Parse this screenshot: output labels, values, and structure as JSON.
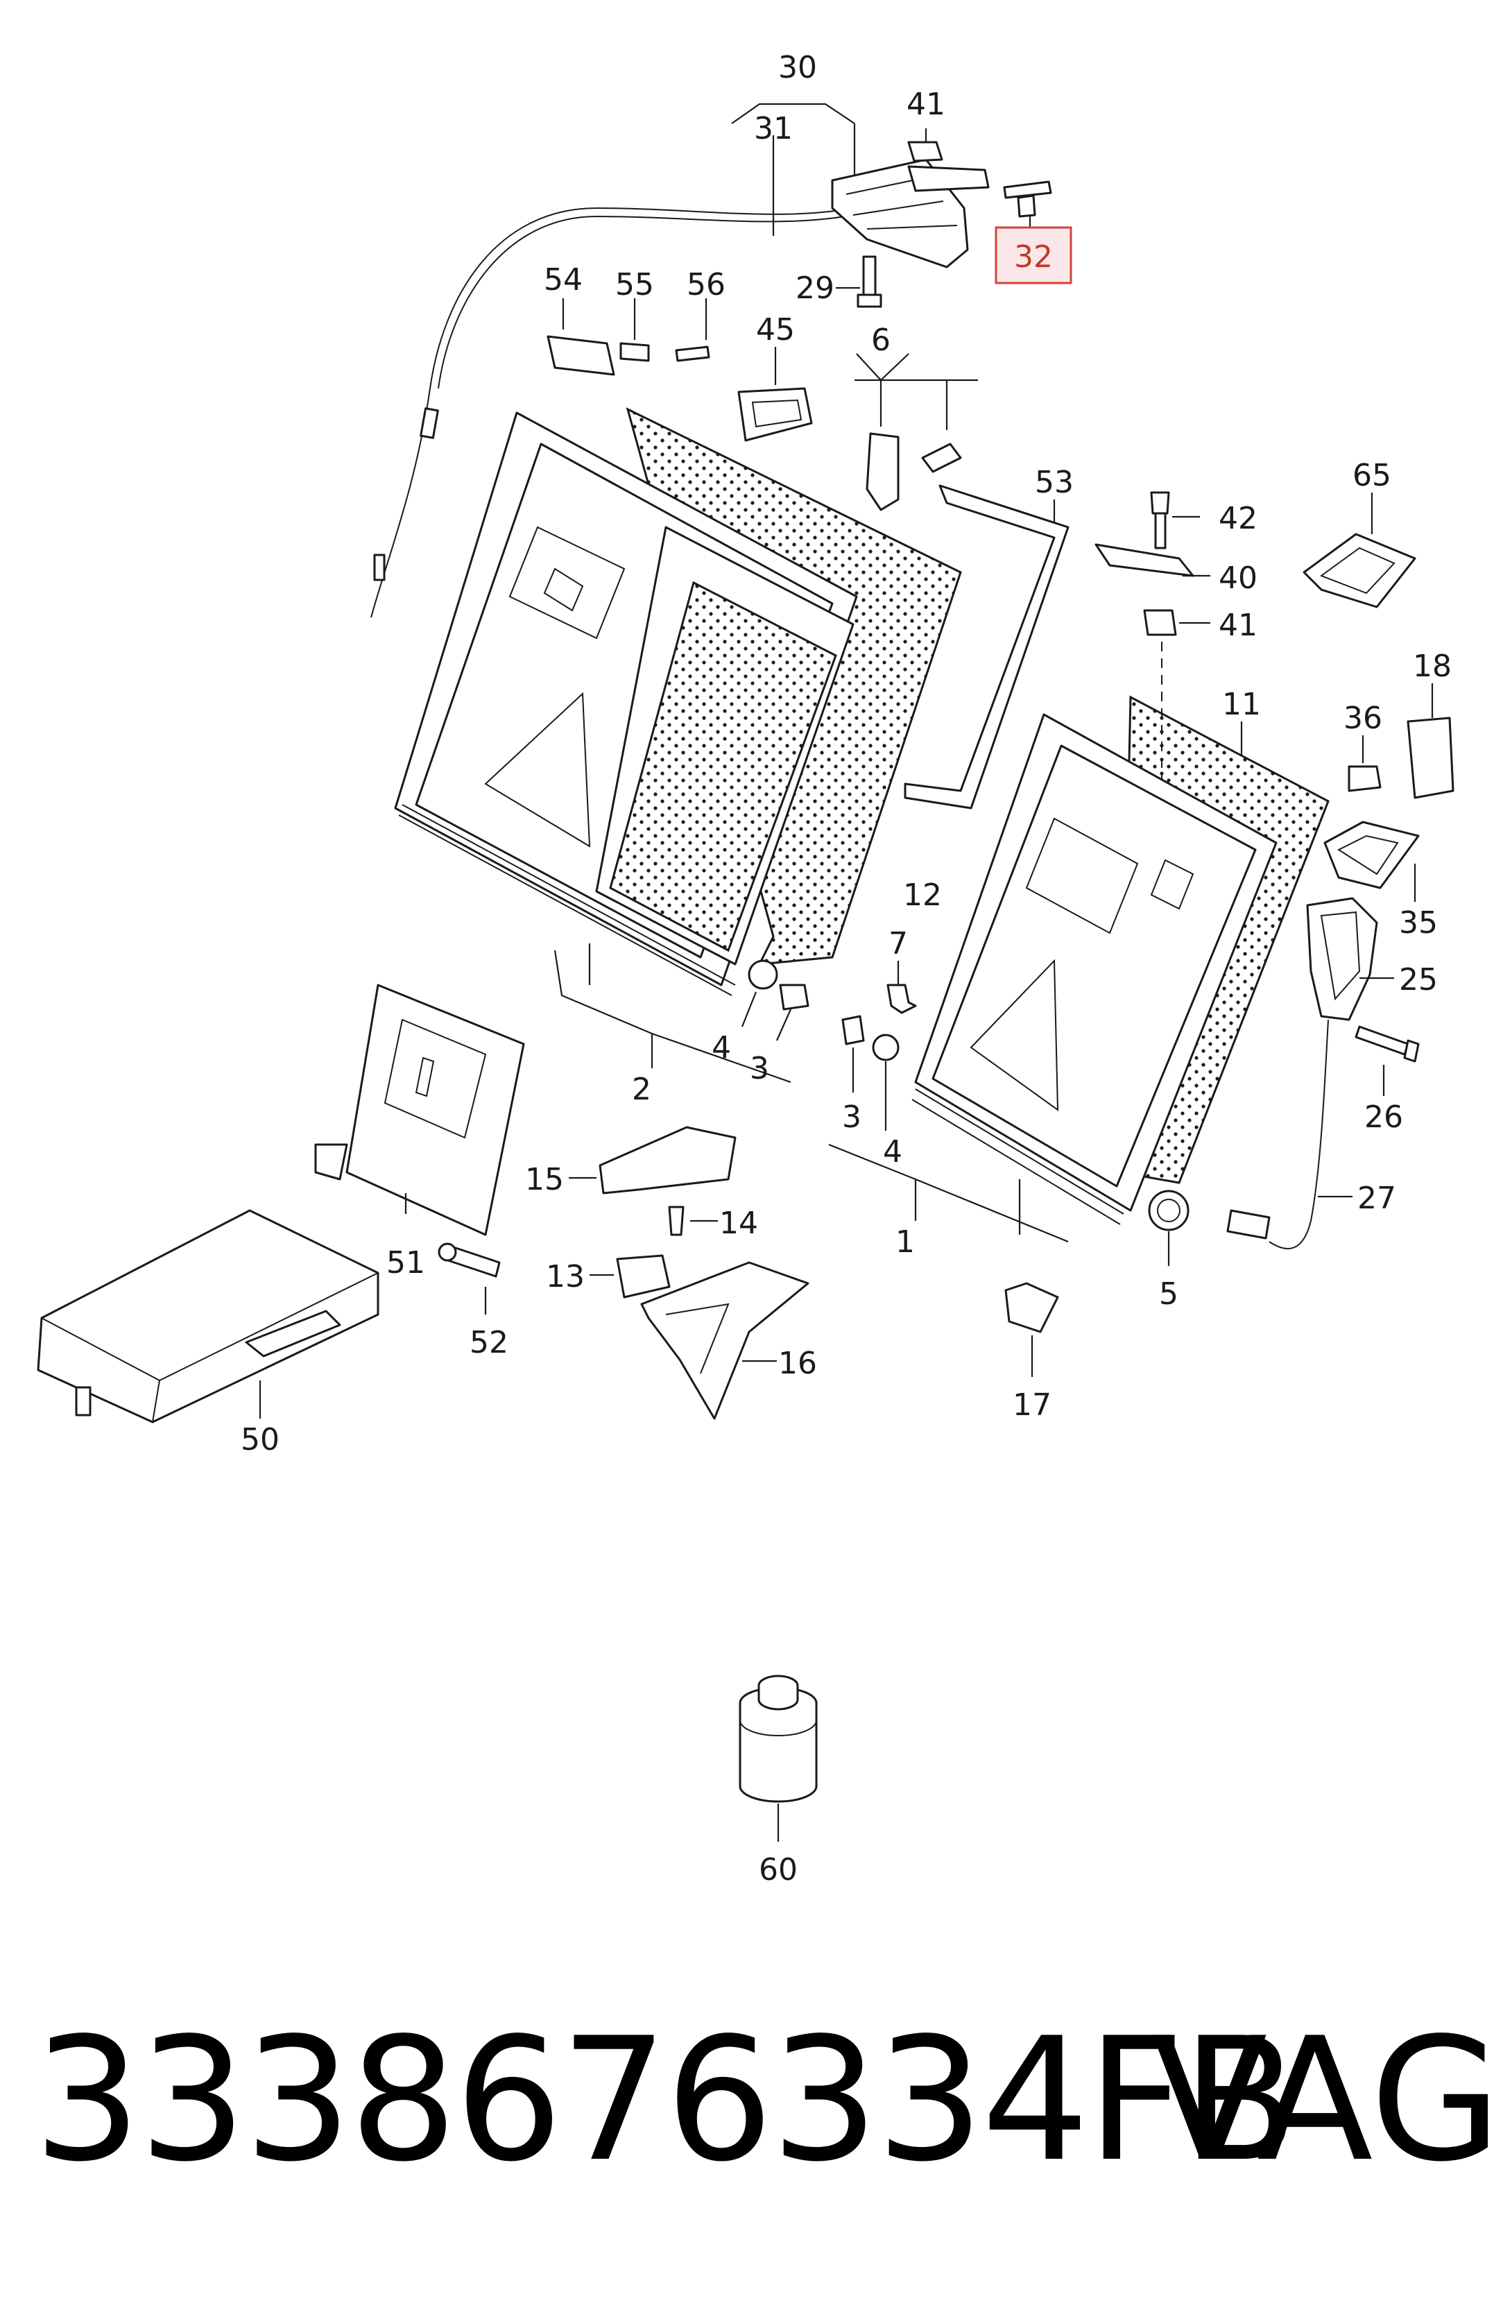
{
  "diagram": {
    "labels": {
      "l30": "30",
      "l31": "31",
      "l41a": "41",
      "l32": "32",
      "l29": "29",
      "l54": "54",
      "l55": "55",
      "l56": "56",
      "l45": "45",
      "l6": "6",
      "l53": "53",
      "l42": "42",
      "l40": "40",
      "l41b": "41",
      "l65": "65",
      "l11": "11",
      "l36": "36",
      "l18": "18",
      "l35": "35",
      "l25": "25",
      "l26": "26",
      "l27": "27",
      "l12": "12",
      "l7": "7",
      "l4a": "4",
      "l3a": "3",
      "l2": "2",
      "l3b": "3",
      "l4b": "4",
      "l1": "1",
      "l5": "5",
      "l15": "15",
      "l14": "14",
      "l13": "13",
      "l16": "16",
      "l17": "17",
      "l51": "51",
      "l52": "52",
      "l50": "50",
      "l60": "60"
    },
    "highlight_color": "#d6413b",
    "highlight_fill": "#fbe7e7"
  },
  "footer": {
    "part_number": "3338676334FB",
    "brand": "VAG"
  }
}
